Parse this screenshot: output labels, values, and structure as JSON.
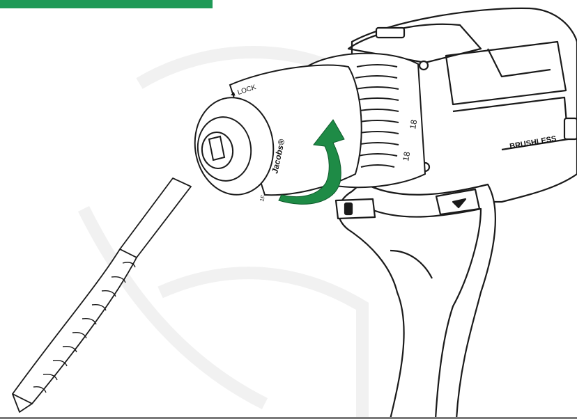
{
  "header": {
    "accent_color": "#1f9a57"
  },
  "illustration": {
    "chuck_lock_label": "◄ LOCK",
    "chuck_brand": "Jacobs®",
    "chuck_marker": "1F",
    "clutch_numbers": [
      "18",
      "18"
    ],
    "motor_badge": "BRUSHLESS",
    "arrow_color": "#1e8b46",
    "arrow_meaning": "rotate-chuck-icon"
  }
}
